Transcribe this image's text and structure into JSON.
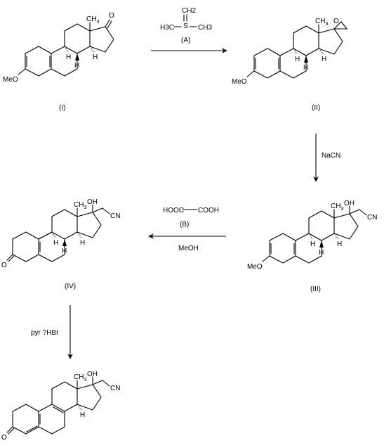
{
  "compounds": [
    {
      "id": "I",
      "label": "(I)",
      "substituents": {
        "ring_a": "MeO",
        "c17": "O",
        "c13": "CH3",
        "c9": "H",
        "c8": "H",
        "c14": "H"
      }
    },
    {
      "id": "II",
      "label": "(II)",
      "substituents": {
        "ring_a": "MeO",
        "epoxide": "O",
        "c13": "CH3",
        "c9": "H",
        "c8": "H",
        "c14": "H"
      }
    },
    {
      "id": "III",
      "label": "(III)",
      "substituents": {
        "ring_a": "MeO",
        "oh": "OH",
        "cn": "CN",
        "c13": "CH3",
        "c9": "H",
        "c8": "H",
        "c14": "H"
      }
    },
    {
      "id": "IV",
      "label": "(IV)",
      "substituents": {
        "ring_a": "O",
        "oh": "OH",
        "cn": "CN",
        "c13": "CH3",
        "c9": "H",
        "c8": "H",
        "c14": "H"
      }
    },
    {
      "id": "V",
      "label": "",
      "substituents": {
        "ring_a": "O",
        "oh": "OH",
        "cn": "CN",
        "c13": "CH3",
        "c14": "H"
      }
    }
  ],
  "reagents": {
    "A": {
      "label": "(A)",
      "top": "CH2",
      "s": "S",
      "left": "H3C",
      "right": "CH3"
    },
    "nacn": "NaCN",
    "B": {
      "label": "(B)",
      "formula_left": "HOOC",
      "formula_right": "COOH",
      "solvent": "MeOH"
    },
    "pyr": "pyr ?HBr"
  },
  "common": {
    "methyl": "CH",
    "methyl_sub": "3",
    "h": "H"
  }
}
